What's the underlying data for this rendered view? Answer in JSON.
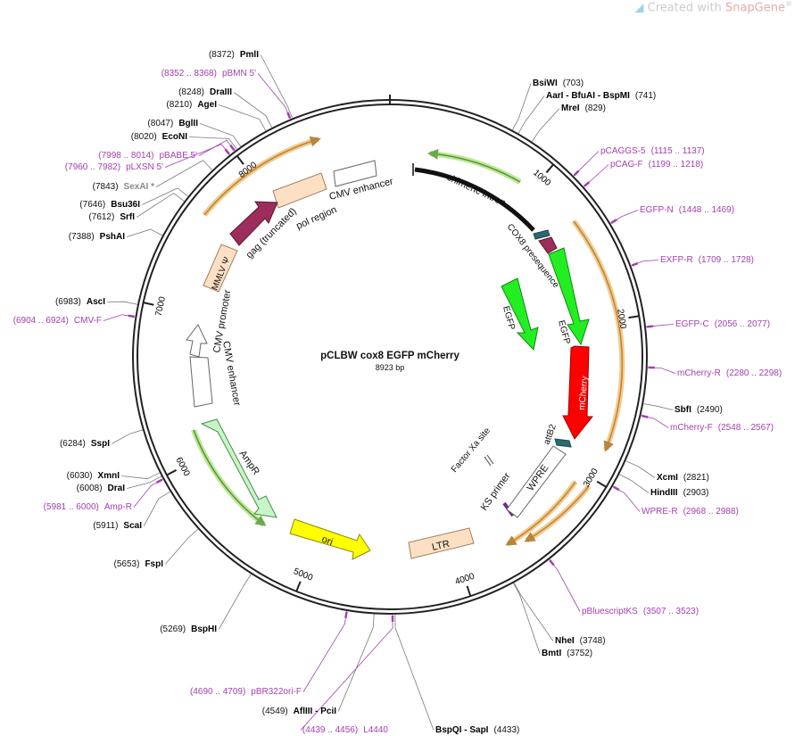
{
  "watermark": {
    "prefix": "Created with",
    "brand": "SnapGene",
    "reg": "®"
  },
  "plasmid": {
    "name": "pCLBW cox8 EGFP mCherry",
    "length_label": "8923 bp",
    "length": 8923
  },
  "tick_labels": [
    {
      "pos": 1000,
      "text": "1000"
    },
    {
      "pos": 2000,
      "text": "2000"
    },
    {
      "pos": 3000,
      "text": "3000"
    },
    {
      "pos": 4000,
      "text": "4000"
    },
    {
      "pos": 5000,
      "text": "5000"
    },
    {
      "pos": 6000,
      "text": "6000"
    },
    {
      "pos": 7000,
      "text": "7000"
    },
    {
      "pos": 8000,
      "text": "8000"
    }
  ],
  "colors": {
    "enzyme": "#000000",
    "primer": "#a33fb0",
    "leader": "#7a7a7a",
    "backbone": "#222222",
    "ori": "#ffff00",
    "egfp": "#22ee22",
    "mcherry": "#ff0000",
    "gag": "#9c2d5c",
    "ltr": "#fde0c4",
    "ampr": "#c8f5c8",
    "orange": "#f0b060",
    "green_arrow": "#a8e070"
  },
  "site_labels": [
    {
      "id": "PmlI",
      "kind": "enzyme",
      "pos": 8372,
      "pos_label": "(8372)",
      "name": "PmlI"
    },
    {
      "id": "pBMN5",
      "kind": "primer",
      "pos": 8360,
      "pos_label": "(8352 .. 8368)",
      "name": "pBMN 5'"
    },
    {
      "id": "DraIII",
      "kind": "enzyme",
      "pos": 8248,
      "pos_label": "(8248)",
      "name": "DraIII"
    },
    {
      "id": "AgeI",
      "kind": "enzyme",
      "pos": 8210,
      "pos_label": "(8210)",
      "name": "AgeI"
    },
    {
      "id": "BglII",
      "kind": "enzyme",
      "pos": 8047,
      "pos_label": "(8047)",
      "name": "BglII"
    },
    {
      "id": "EcoNI",
      "kind": "enzyme",
      "pos": 8020,
      "pos_label": "(8020)",
      "name": "EcoNI"
    },
    {
      "id": "pBABE5",
      "kind": "primer",
      "pos": 8006,
      "pos_label": "(7998 .. 8014)",
      "name": "pBABE 5'"
    },
    {
      "id": "pLXSN5",
      "kind": "primer",
      "pos": 7971,
      "pos_label": "(7960 .. 7982)",
      "name": "pLXSN 5'"
    },
    {
      "id": "SexAI",
      "kind": "enzyme_gray",
      "pos": 7843,
      "pos_label": "(7843)",
      "name": "SexAI *"
    },
    {
      "id": "Bsu36I",
      "kind": "enzyme",
      "pos": 7646,
      "pos_label": "(7646)",
      "name": "Bsu36I"
    },
    {
      "id": "SrfI",
      "kind": "enzyme",
      "pos": 7612,
      "pos_label": "(7612)",
      "name": "SrfI"
    },
    {
      "id": "PshAI",
      "kind": "enzyme",
      "pos": 7388,
      "pos_label": "(7388)",
      "name": "PshAI"
    },
    {
      "id": "AscI",
      "kind": "enzyme",
      "pos": 6983,
      "pos_label": "(6983)",
      "name": "AscI"
    },
    {
      "id": "CMVF",
      "kind": "primer",
      "pos": 6914,
      "pos_label": "(6904 .. 6924)",
      "name": "CMV-F"
    },
    {
      "id": "SspI",
      "kind": "enzyme",
      "pos": 6284,
      "pos_label": "(6284)",
      "name": "SspI"
    },
    {
      "id": "XmnI",
      "kind": "enzyme",
      "pos": 6030,
      "pos_label": "(6030)",
      "name": "XmnI"
    },
    {
      "id": "DraI",
      "kind": "enzyme",
      "pos": 6008,
      "pos_label": "(6008)",
      "name": "DraI"
    },
    {
      "id": "AmpR_p",
      "kind": "primer",
      "pos": 5990,
      "pos_label": "(5981 .. 6000)",
      "name": "Amp-R"
    },
    {
      "id": "ScaI",
      "kind": "enzyme",
      "pos": 5911,
      "pos_label": "(5911)",
      "name": "ScaI"
    },
    {
      "id": "FspI",
      "kind": "enzyme",
      "pos": 5653,
      "pos_label": "(5653)",
      "name": "FspI"
    },
    {
      "id": "BspHI",
      "kind": "enzyme",
      "pos": 5269,
      "pos_label": "(5269)",
      "name": "BspHI"
    },
    {
      "id": "pBR322oriF",
      "kind": "primer",
      "pos": 4700,
      "pos_label": "(4690 .. 4709)",
      "name": "pBR322ori-F"
    },
    {
      "id": "AflIII",
      "kind": "enzyme",
      "pos": 4549,
      "pos_label": "(4549)",
      "name": "AflIII  -  PciI"
    },
    {
      "id": "L4440",
      "kind": "primer",
      "pos": 4447,
      "pos_label": "(4439 .. 4456)",
      "name": "L4440"
    },
    {
      "id": "BspQI",
      "kind": "enzyme",
      "pos": 4433,
      "pos_label": "(4433)",
      "name": "BspQI  -  SapI"
    },
    {
      "id": "BmtI",
      "kind": "enzyme",
      "pos": 3752,
      "pos_label": "(3752)",
      "name": "BmtI"
    },
    {
      "id": "NheI",
      "kind": "enzyme",
      "pos": 3748,
      "pos_label": "(3748)",
      "name": "NheI"
    },
    {
      "id": "pBluescriptKS",
      "kind": "primer",
      "pos": 3515,
      "pos_label": "(3507 .. 3523)",
      "name": "pBluescriptKS"
    },
    {
      "id": "WPRER",
      "kind": "primer",
      "pos": 2978,
      "pos_label": "(2968 .. 2988)",
      "name": "WPRE-R"
    },
    {
      "id": "HindIII",
      "kind": "enzyme",
      "pos": 2903,
      "pos_label": "(2903)",
      "name": "HindIII"
    },
    {
      "id": "XcmI",
      "kind": "enzyme",
      "pos": 2821,
      "pos_label": "(2821)",
      "name": "XcmI"
    },
    {
      "id": "mCherryF",
      "kind": "primer",
      "pos": 2557,
      "pos_label": "(2548 .. 2567)",
      "name": "mCherry-F"
    },
    {
      "id": "SbfI",
      "kind": "enzyme",
      "pos": 2490,
      "pos_label": "(2490)",
      "name": "SbfI"
    },
    {
      "id": "mCherryR",
      "kind": "primer",
      "pos": 2289,
      "pos_label": "(2280 .. 2298)",
      "name": "mCherry-R"
    },
    {
      "id": "EGFPC",
      "kind": "primer",
      "pos": 2066,
      "pos_label": "(2056 .. 2077)",
      "name": "EGFP-C"
    },
    {
      "id": "EXFPR",
      "kind": "primer",
      "pos": 1718,
      "pos_label": "(1709 .. 1728)",
      "name": "EXFP-R"
    },
    {
      "id": "EGFPN",
      "kind": "primer",
      "pos": 1458,
      "pos_label": "(1448 .. 1469)",
      "name": "EGFP-N"
    },
    {
      "id": "pCAGF",
      "kind": "primer",
      "pos": 1208,
      "pos_label": "(1199 .. 1218)",
      "name": "pCAG-F"
    },
    {
      "id": "pCAGGS5",
      "kind": "primer",
      "pos": 1126,
      "pos_label": "(1115 .. 1137)",
      "name": "pCAGGS-5"
    },
    {
      "id": "MreI",
      "kind": "enzyme",
      "pos": 829,
      "pos_label": "(829)",
      "name": "MreI"
    },
    {
      "id": "AarI",
      "kind": "enzyme",
      "pos": 741,
      "pos_label": "(741)",
      "name": "AarI  -  BfuAI  -  BspMI"
    },
    {
      "id": "BsiWI",
      "kind": "enzyme",
      "pos": 703,
      "pos_label": "(703)",
      "name": "BsiWI"
    }
  ],
  "feature_labels": [
    {
      "id": "cmv_enh_top",
      "text": "CMV enhancer"
    },
    {
      "id": "pol_region",
      "text": "pol region"
    },
    {
      "id": "gag",
      "text": "gag (truncated)"
    },
    {
      "id": "mmlv",
      "text": "MMLV Ψ"
    },
    {
      "id": "cmv_prom",
      "text": "CMV promoter"
    },
    {
      "id": "cmv_enh_left",
      "text": "CMV enhancer"
    },
    {
      "id": "ampr",
      "text": "AmpR"
    },
    {
      "id": "ori",
      "text": "ori"
    },
    {
      "id": "ltr",
      "text": "LTR"
    },
    {
      "id": "ks_primer",
      "text": "KS primer"
    },
    {
      "id": "wpre",
      "text": "WPRE"
    },
    {
      "id": "attb2",
      "text": "attB2"
    },
    {
      "id": "factor_xa",
      "text": "Factor Xa site"
    },
    {
      "id": "mcherry",
      "text": "mCherry"
    },
    {
      "id": "egfp_outer",
      "text": "EGFP"
    },
    {
      "id": "egfp_inner",
      "text": "EGFP"
    },
    {
      "id": "cox8",
      "text": "COX8 presequence"
    },
    {
      "id": "chimeric",
      "text": "chimeric intron"
    }
  ]
}
